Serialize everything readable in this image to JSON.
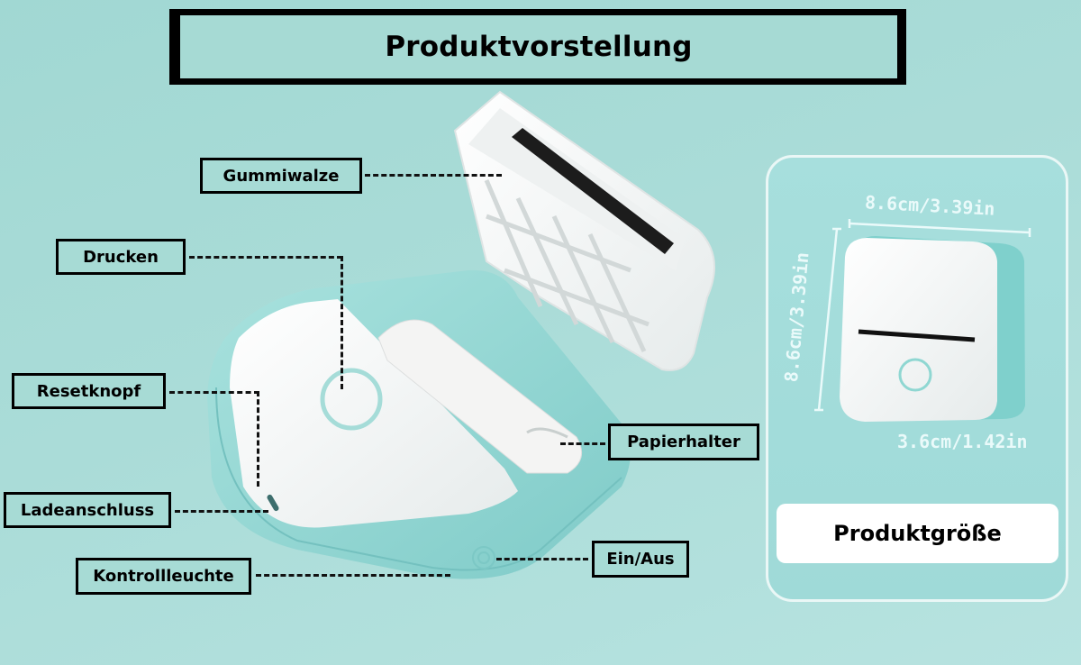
{
  "header": {
    "title": "Produktvorstellung"
  },
  "callouts": {
    "gummiwalze": "Gummiwalze",
    "drucken": "Drucken",
    "resetknopf": "Resetknopf",
    "ladeanschluss": "Ladeanschluss",
    "kontrollleuchte": "Kontrollleuchte",
    "papierhalter": "Papierhalter",
    "ein_aus": "Ein/Aus"
  },
  "size_panel": {
    "width_dim": "8.6cm/3.39in",
    "height_dim": "8.6cm/3.39in",
    "depth_dim": "3.6cm/1.42in",
    "label": "Produktgröße"
  },
  "colors": {
    "background": "#a6dad4",
    "printer_teal": "#8fd3d0",
    "printer_white": "#f7f8f8",
    "border": "#000000"
  }
}
